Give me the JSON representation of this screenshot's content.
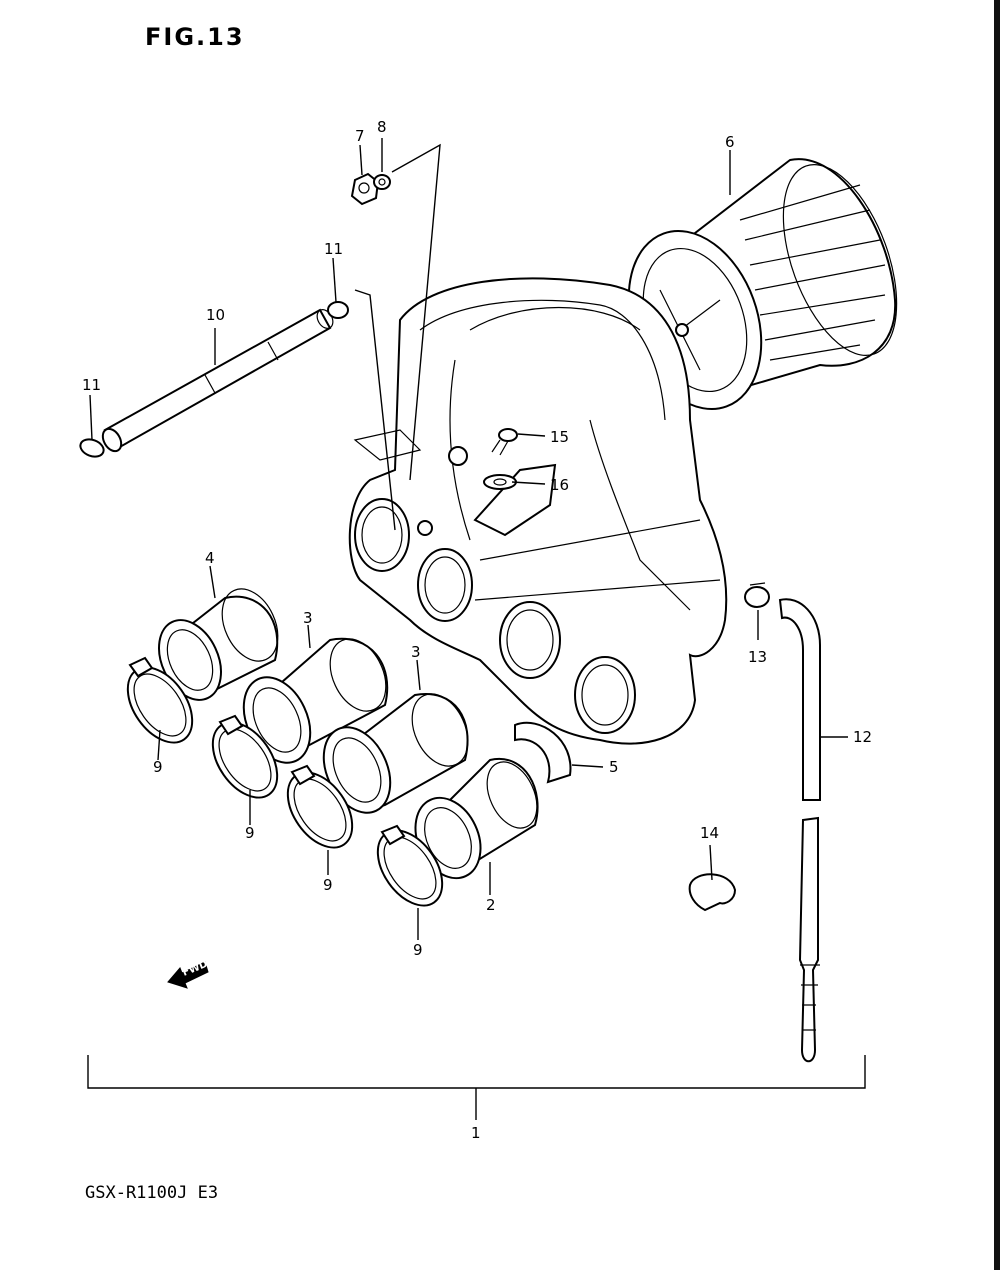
{
  "figure": {
    "title": "FIG.13",
    "model": "GSX-R1100J E3",
    "fwd_label": "FWD"
  },
  "callouts": {
    "c1": "1",
    "c2": "2",
    "c3a": "3",
    "c3b": "3",
    "c4": "4",
    "c5": "5",
    "c6": "6",
    "c7": "7",
    "c8": "8",
    "c9a": "9",
    "c9b": "9",
    "c9c": "9",
    "c9d": "9",
    "c10": "10",
    "c11a": "11",
    "c11b": "11",
    "c12": "12",
    "c13": "13",
    "c14": "14",
    "c15": "15",
    "c16": "16"
  }
}
